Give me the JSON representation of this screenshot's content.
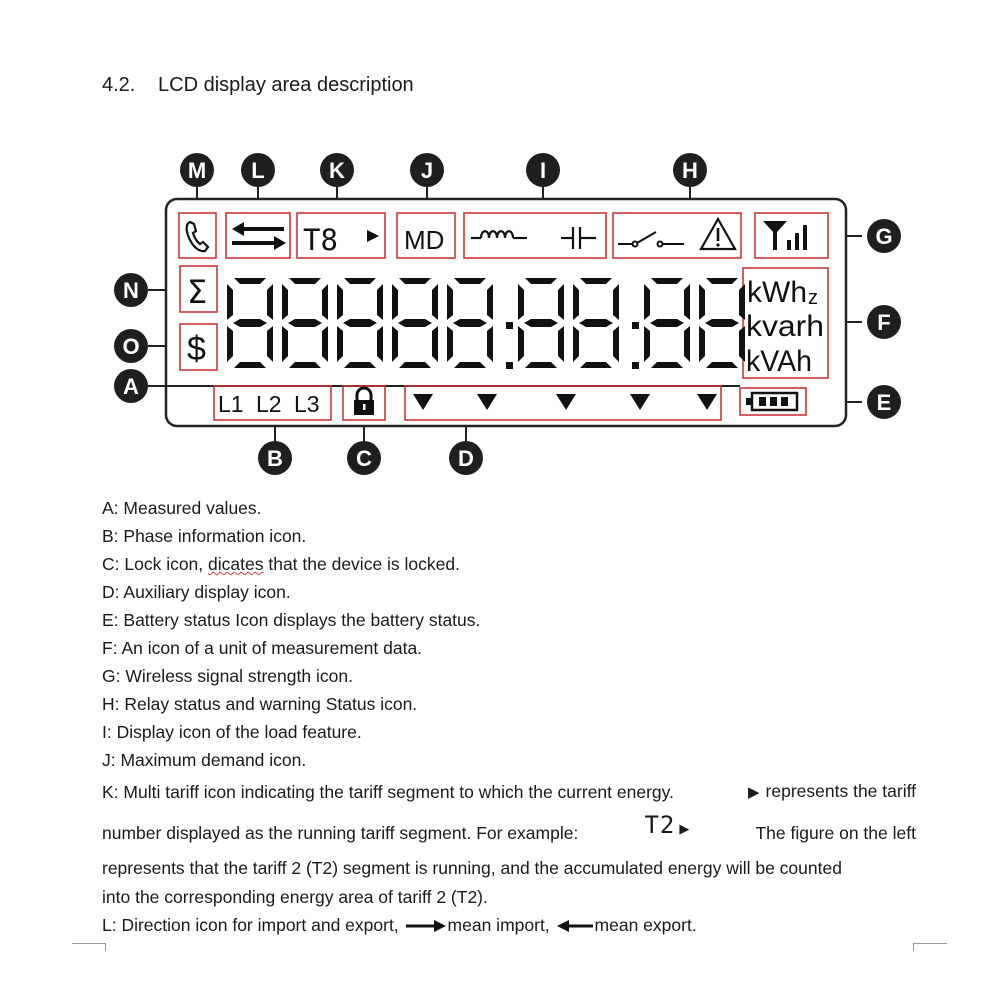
{
  "heading": {
    "number": "4.2.",
    "title": "LCD display area description"
  },
  "lcd": {
    "digits": "88888:88:88",
    "tariff_text": "T8",
    "md_text": "MD",
    "units": [
      "kWh",
      "kvarh",
      "kVAh"
    ],
    "hz_glyph": "z",
    "phases": [
      "L1",
      "L2",
      "L3"
    ],
    "sigma": "Σ",
    "dollar": "$",
    "callouts": [
      "M",
      "L",
      "K",
      "J",
      "I",
      "H",
      "G",
      "N",
      "O",
      "F",
      "A",
      "E",
      "B",
      "C",
      "D"
    ]
  },
  "definitions": {
    "a": "A: Measured values.",
    "b": "B: Phase information icon.",
    "c_pre": "C: Lock icon, ",
    "c_wavy": "dicates",
    "c_post": " that the device is locked.",
    "d": "D: Auxiliary display icon.",
    "e": "E: Battery status Icon displays the battery status.",
    "f": "F: An icon of a unit of measurement data.",
    "g": "G: Wireless signal strength icon.",
    "h": "H: Relay status and warning Status icon.",
    "i": "I: Display icon of the load feature.",
    "j": "J: Maximum demand icon.",
    "k1_pre": "K: Multi tariff icon indicating the tariff segment to which the current energy.",
    "k1_post": "represents the tariff",
    "k2_pre": "number displayed as the running tariff segment. For example:",
    "k2_glyph": "T2",
    "k2_post": "The figure on the left",
    "k3": "represents that the tariff 2 (T2) segment is running, and the accumulated energy will be counted",
    "k4": "into the corresponding energy area of tariff 2 (T2).",
    "l_pre": "L: Direction icon for import and export,",
    "l_import": "mean import,",
    "l_export": "mean export."
  }
}
